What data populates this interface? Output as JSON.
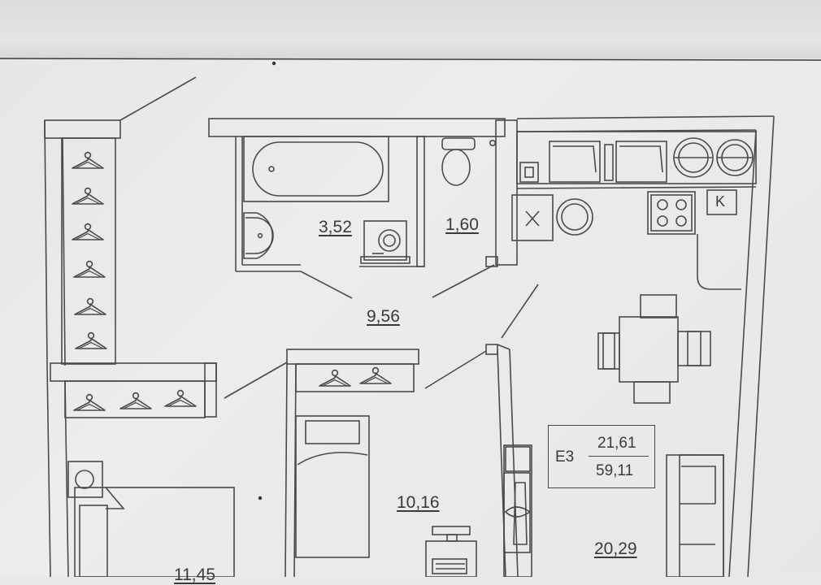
{
  "rooms": {
    "bathroom_area": "3,52",
    "toilet_area": "1,60",
    "hall_area": "9,56",
    "bedroom_area": "10,16",
    "kitchen_living_area": "20,29",
    "left_room_area": "11,45"
  },
  "apartment": {
    "type_code": "E3",
    "living_area": "21,61",
    "total_area": "59,11"
  },
  "kitchen": {
    "mark": "K"
  },
  "colors": {
    "line": "#4a4a4a",
    "paper": "#e9e9e7"
  },
  "icons": [
    "hanger-icon",
    "bathtub-icon",
    "toilet-icon",
    "sink-icon",
    "washing-machine-icon",
    "stove-icon",
    "bed-icon",
    "sofa-icon",
    "dining-table-icon",
    "chair-icon",
    "desk-icon",
    "tv-icon"
  ]
}
